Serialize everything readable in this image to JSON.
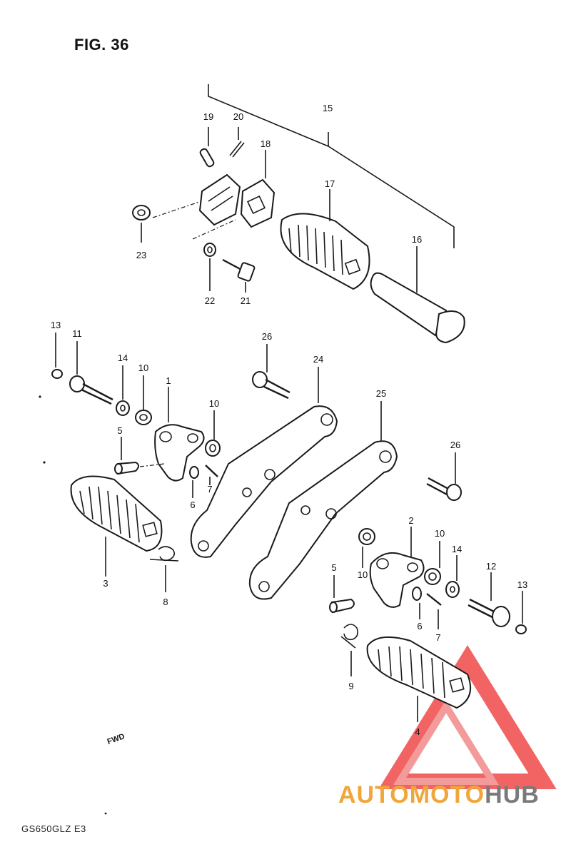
{
  "figure": {
    "title": "FIG. 36",
    "model_code": "GS650GLZ E3",
    "fwd_mark": "FWD"
  },
  "callouts": {
    "c1": "1",
    "c2": "2",
    "c3": "3",
    "c4": "4",
    "c5a": "5",
    "c5b": "5",
    "c6a": "6",
    "c6b": "6",
    "c7a": "7",
    "c7b": "7",
    "c8": "8",
    "c9": "9",
    "c10a": "10",
    "c10b": "10",
    "c10c": "10",
    "c10d": "10",
    "c11": "11",
    "c12": "12",
    "c13a": "13",
    "c13b": "13",
    "c14a": "14",
    "c14b": "14",
    "c15": "15",
    "c16": "16",
    "c17": "17",
    "c18": "18",
    "c19": "19",
    "c20": "20",
    "c21": "21",
    "c22": "22",
    "c23": "23",
    "c24": "24",
    "c25": "25",
    "c26a": "26",
    "c26b": "26"
  },
  "watermark": {
    "word1": "AUTO",
    "word2": "MOTO",
    "word3": "HUB",
    "triangle_color": "#f04a4a",
    "text_color_primary": "#f0a63a",
    "text_color_secondary": "#7a7a7a"
  }
}
